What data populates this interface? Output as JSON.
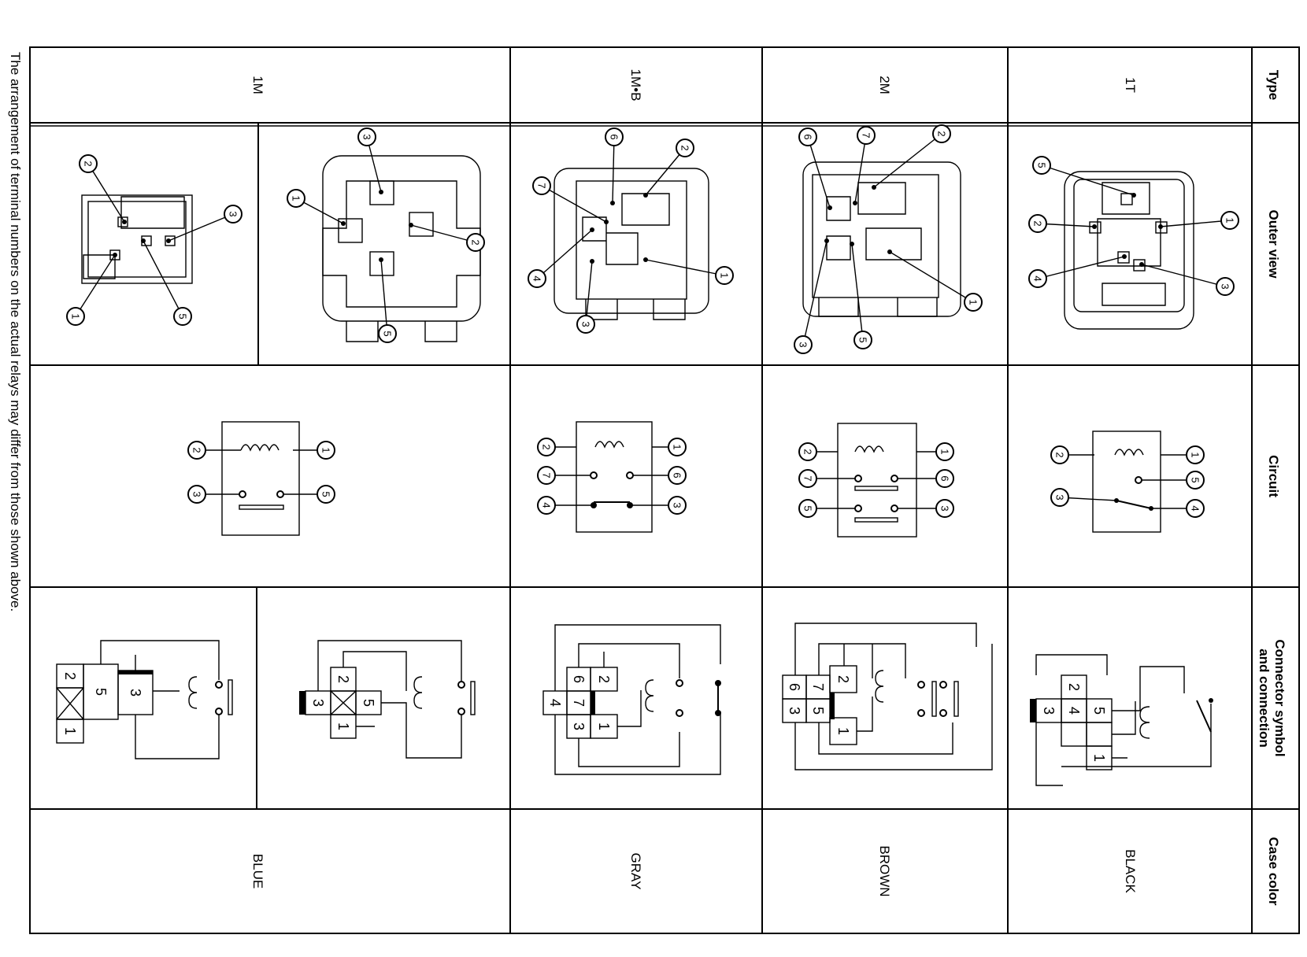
{
  "note": "The arrangement of terminal numbers on the actual relays may differ from those shown above.",
  "headers": {
    "type": "Type",
    "outer_view": "Outer view",
    "circuit": "Circuit",
    "connector_line1": "Connector symbol",
    "connector_line2": "and connection",
    "case_color": "Case color"
  },
  "relays": [
    {
      "type": "1T",
      "case_color": "BLACK"
    },
    {
      "type": "2M",
      "case_color": "BROWN"
    },
    {
      "type": "1M•B",
      "case_color": "GRAY"
    },
    {
      "type": "1M",
      "case_color": "BLUE"
    }
  ],
  "terminal_labels": [
    "1",
    "2",
    "3",
    "4",
    "5",
    "6",
    "7"
  ]
}
